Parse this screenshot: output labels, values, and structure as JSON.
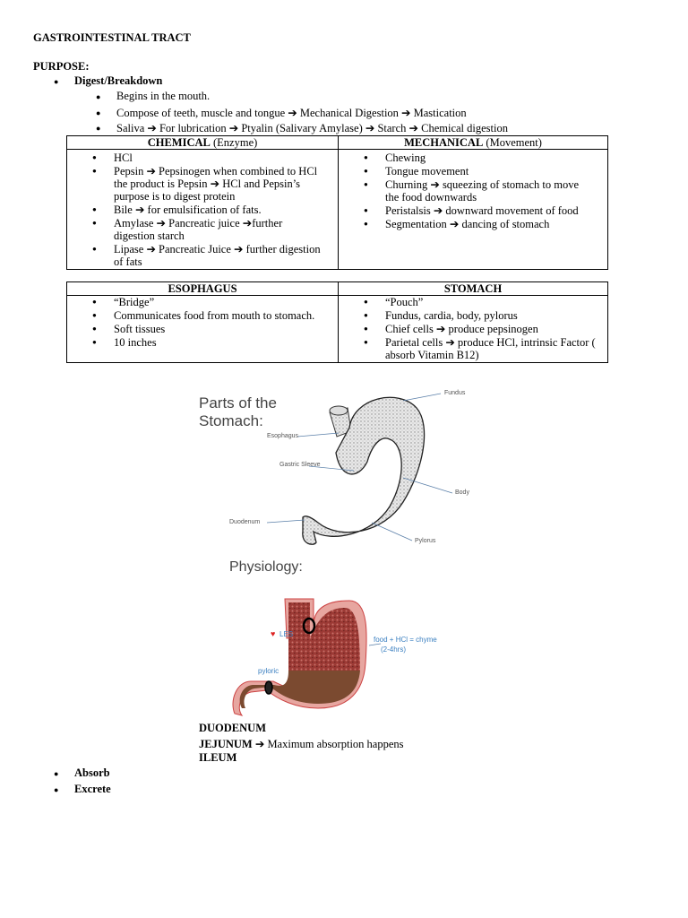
{
  "title": "GASTROINTESTINAL TRACT",
  "purpose_label": "PURPOSE:",
  "digest_item": "Digest/Breakdown",
  "digest_subitems": [
    "Begins in the mouth.",
    "Compose of teeth, muscle and tongue ➔ Mechanical Digestion ➔ Mastication",
    "Saliva ➔ For lubrication ➔ Ptyalin (Salivary Amylase) ➔ Starch ➔ Chemical digestion"
  ],
  "table1": {
    "left_header_bold": "CHEMICAL",
    "left_header_rest": " (Enzyme)",
    "right_header_bold": "MECHANICAL",
    "right_header_rest": " (Movement)",
    "left_items": [
      "HCl",
      "Pepsin ➔ Pepsinogen when combined to HCl the product is Pepsin ➔ HCl and Pepsin’s purpose is to digest protein",
      "Bile ➔ for emulsification of fats.",
      "Amylase ➔ Pancreatic juice ➔further digestion starch",
      "Lipase ➔ Pancreatic Juice ➔ further digestion of fats"
    ],
    "right_items": [
      "Chewing",
      "Tongue movement",
      "Churning ➔ squeezing of stomach to move the food downwards",
      "Peristalsis ➔ downward movement of food",
      "Segmentation ➔ dancing of stomach"
    ]
  },
  "table2": {
    "left_header": "ESOPHAGUS",
    "right_header": "STOMACH",
    "left_items": [
      "“Bridge”",
      "Communicates food from mouth to stomach.",
      "Soft tissues",
      "10 inches"
    ],
    "right_items": [
      "“Pouch”",
      "Fundus, cardia, body, pylorus",
      "Chief cells ➔ produce pepsinogen",
      "Parietal cells ➔ produce HCl, intrinsic Factor ( absorb Vitamin B12)"
    ]
  },
  "figure1": {
    "heading_line1": "Parts of the",
    "heading_line2": "Stomach:",
    "labels": {
      "fundus": "Fundus",
      "esophagus": "Esophagus",
      "sleeve": "Gastric Sleeve",
      "body": "Body",
      "duodenum": "Duodenum",
      "pylorus": "Pylorus"
    }
  },
  "figure2": {
    "heading": "Physiology:",
    "les": "LES",
    "pyloric": "pyloric",
    "chyme_line1": "food + HCl = chyme",
    "chyme_line2": "(2-4hrs)"
  },
  "intestine": {
    "duodenum": "DUODENUM",
    "jejunum_bold": "JEJUNUM",
    "jejunum_rest": " ➔ Maximum absorption happens",
    "ileum": "ILEUM"
  },
  "other_purposes": [
    "Absorb",
    "Excrete"
  ]
}
